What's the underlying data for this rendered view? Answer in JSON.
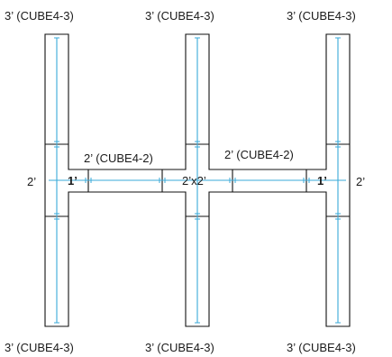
{
  "labels": {
    "top_left": "3’ (CUBE4-3)",
    "top_middle": "3’ (CUBE4-3)",
    "top_right": "3’ (CUBE4-3)",
    "bottom_left": "3’ (CUBE4-3)",
    "bottom_middle": "3’ (CUBE4-3)",
    "bottom_right": "3’ (CUBE4-3)",
    "span_left": "2’ (CUBE4-2)",
    "span_right": "2’ (CUBE4-2)",
    "side_left": "2’",
    "side_right": "2’",
    "stub_left": "1’",
    "stub_right": "1’",
    "center_junction": "2’x2’"
  },
  "colors": {
    "outline": "#111111",
    "dimension_line": "#3aaad8",
    "text": "#1a1a1a"
  }
}
